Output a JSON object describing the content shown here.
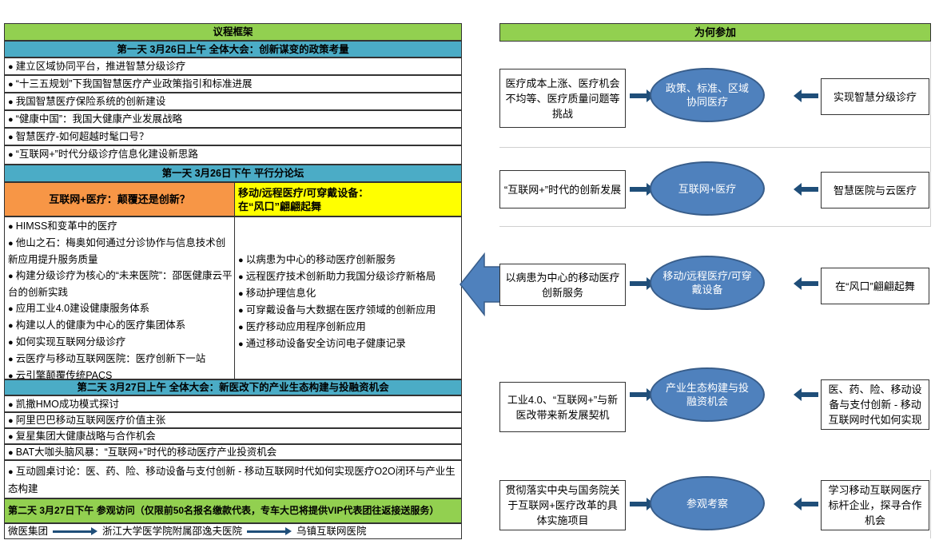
{
  "agenda": {
    "title": "议程框架",
    "day1_am": {
      "header": "第一天 3月26日上午 全体大会：创新谋变的政策考量",
      "items": [
        "建立区域协同平台，推进智慧分级诊疗",
        "“十三五规划”下我国智慧医疗产业政策指引和标准进展",
        "我国智慧医疗保险系统的创新建设",
        "“健康中国”：我国大健康产业发展战略",
        "智慧医疗-如何超越时髦口号？",
        "“互联网+”时代分级诊疗信息化建设新思路"
      ]
    },
    "day1_pm": {
      "header": "第一天 3月26日下午 平行分论坛",
      "left_title": "互联网+医疗：颠覆还是创新？",
      "right_title_line1": "移动/远程医疗/可穿戴设备：",
      "right_title_line2": "在“风口”翩翩起舞",
      "left_items": [
        "HIMSS和变革中的医疗",
        "他山之石：梅奥如何通过分诊协作与信息技术创新应用提升服务质量",
        "构建分级诊疗为核心的“未来医院”：邵医健康云平台的创新实践",
        "应用工业4.0建设健康服务体系",
        "构建以人的健康为中心的医疗集团体系",
        "如何实现互联网分级诊疗",
        "云医疗与移动互联网医院：医疗创新下一站",
        "云引擎颠覆传统PACS"
      ],
      "right_items": [
        "以病患为中心的移动医疗创新服务",
        "远程医疗技术创新助力我国分级诊疗新格局",
        "移动护理信息化",
        "可穿戴设备与大数据在医疗领域的创新应用",
        "医疗移动应用程序创新应用",
        "通过移动设备安全访问电子健康记录"
      ]
    },
    "day2_am": {
      "header": "第二天 3月27日上午 全体大会：新医改下的产业生态构建与投融资机会",
      "items": [
        "凯撒HMO成功模式探讨",
        "阿里巴巴移动互联网医疗价值主张",
        "复星集团大健康战略与合作机会",
        "BAT大咖头脑风暴：“互联网+”时代的移动医疗产业投资机会",
        "互动圆桌讨论：医、药、险、移动设备与支付创新 - 移动互联网时代如何实现医疗O2O闭环与产业生态构建"
      ]
    },
    "day2_pm": {
      "header": "第二天 3月27日下午 参观访问（仅限前50名报名缴款代表，专车大巴将提供VIP代表团往返接送服务）",
      "stops": [
        "微医集团",
        "浙江大学医学院附属邵逸夫医院",
        "乌镇互联网医院"
      ]
    }
  },
  "why": {
    "title": "为何参加",
    "rows": [
      {
        "left": "医疗成本上涨、医疗机会不均等、医疗质量问题等挑战",
        "center": "政策、标准、区域协同医疗",
        "right": "实现智慧分级诊疗"
      },
      {
        "left": "“互联网+”时代的创新发展",
        "center": "互联网+医疗",
        "right": "智慧医院与云医疗"
      },
      {
        "left": "以病患为中心的移动医疗创新服务",
        "center": "移动/远程医疗/可穿戴设备",
        "right": "在“风口”翩翩起舞"
      },
      {
        "left": "工业4.0、“互联网+”与新医改带来新发展契机",
        "center": "产业生态构建与投融资机会",
        "right": "医、药、险、移动设备与支付创新 - 移动互联网时代如何实现"
      },
      {
        "left": "贯彻落实中央与国务院关于互联网+医疗改革的具体实施项目",
        "center": "参观考察",
        "right": "学习移动互联网医疗标杆企业，探寻合作机会"
      }
    ]
  },
  "colors": {
    "green": "#92d050",
    "teal": "#4bacc6",
    "orange": "#f79646",
    "yellow": "#ffff00",
    "oval": "#4f81bd",
    "arrow": "#1f4e79"
  }
}
